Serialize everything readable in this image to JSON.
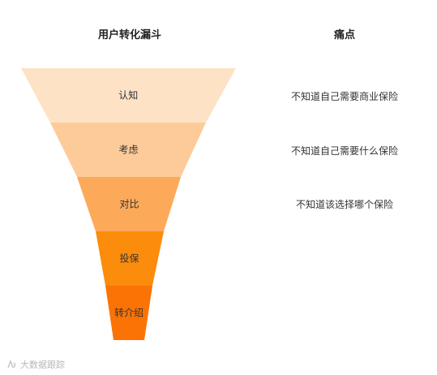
{
  "headers": {
    "funnel": "用户转化漏斗",
    "pain_points": "痛点"
  },
  "stages": [
    {
      "label": "认知",
      "color": "#FDE2C6"
    },
    {
      "label": "考虑",
      "color": "#FDCB9A"
    },
    {
      "label": "对比",
      "color": "#FDA95A"
    },
    {
      "label": "投保",
      "color": "#FB8C0C"
    },
    {
      "label": "转介绍",
      "color": "#FB7305"
    }
  ],
  "pain_points": [
    "不知道自己需要商业保险",
    "不知道自己需要什么保险",
    "不知道该选择哪个保险"
  ],
  "watermark": {
    "text": "大数据跟踪",
    "icon": "logo-icon"
  }
}
